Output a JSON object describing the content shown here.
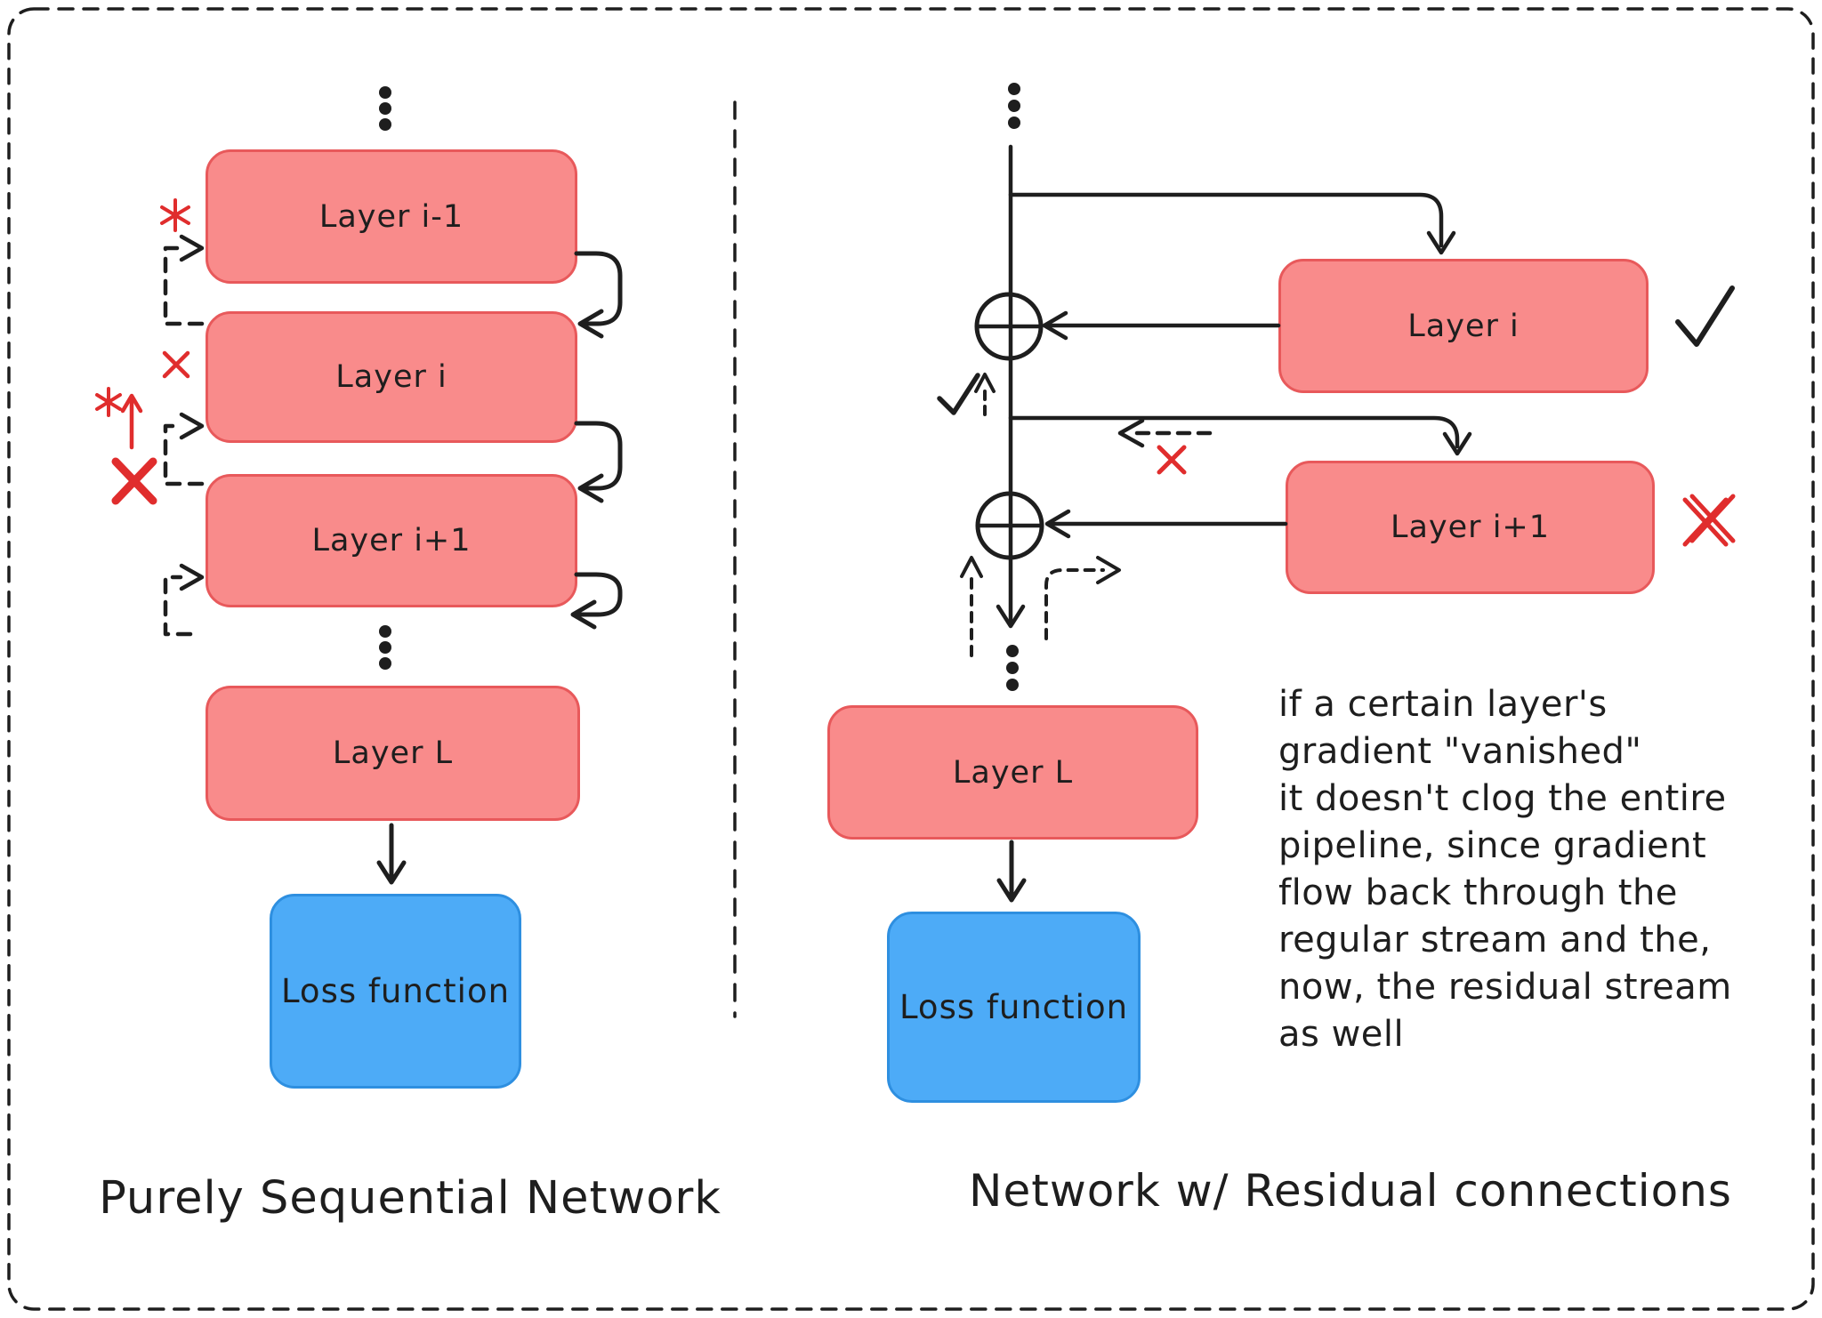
{
  "left_panel": {
    "caption": "Purely Sequential Network",
    "layers": [
      {
        "label": "Layer i-1"
      },
      {
        "label": "Layer i"
      },
      {
        "label": "Layer i+1"
      },
      {
        "label": "Layer L"
      }
    ],
    "loss_label": "Loss function"
  },
  "right_panel": {
    "caption": "Network w/ Residual connections",
    "layers": [
      {
        "label": "Layer i"
      },
      {
        "label": "Layer i+1"
      },
      {
        "label": "Layer L"
      }
    ],
    "loss_label": "Loss function",
    "note_lines": [
      "if a certain layer's",
      "gradient \"vanished\"",
      "it doesn't clog the entire",
      "pipeline, since gradient",
      "flow back through the",
      "regular stream and the,",
      "now, the residual stream",
      "as well"
    ]
  },
  "icons": {
    "sum_node": "circle-plus",
    "ok_check": "checkmark",
    "blocked_x": "x-mark",
    "vanished_mark": "asterisk",
    "ellipsis": "vertical-dots"
  },
  "colors": {
    "layer_fill": "#f98b8b",
    "layer_stroke": "#e8595b",
    "loss_fill": "#4dabf7",
    "loss_stroke": "#2e8fe0",
    "ink": "#1e1e1e",
    "alert": "#e02d2d",
    "background": "#ffffff"
  }
}
